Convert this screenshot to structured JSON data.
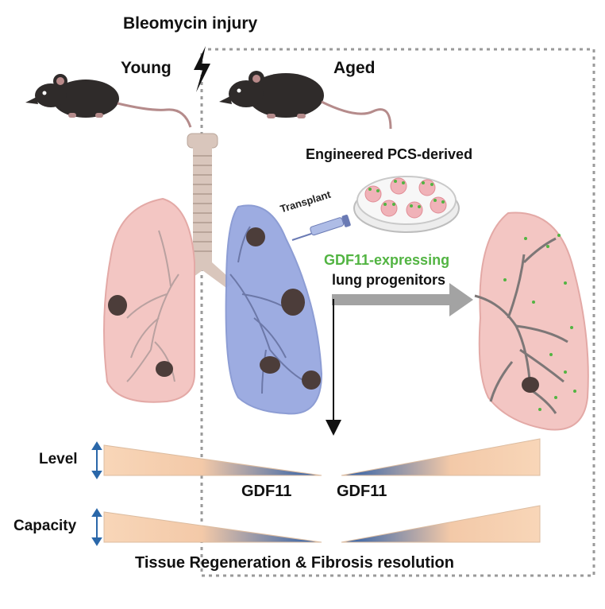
{
  "labels": {
    "injury": "Bleomycin injury",
    "young": "Young",
    "aged": "Aged",
    "engineered": "Engineered PCS-derived",
    "transplant": "Transplant",
    "gdf11_expressing": "GDF11-expressing",
    "progenitors": "lung progenitors",
    "level": "Level",
    "capacity": "Capacity",
    "gdf11_left": "GDF11",
    "gdf11_right": "GDF11",
    "outcome": "Tissue Regeneration & Fibrosis resolution"
  },
  "colors": {
    "healthy_lung": "#f3c6c3",
    "injured_lung": "#98a8e0",
    "lesion": "#4c3d3a",
    "gdf11_green": "#52b442",
    "gradient_light": "#f8d6b8",
    "gradient_dark": "#2a5da8",
    "mouse": "#2f2b2a"
  },
  "icons": [
    "mouse-icon",
    "lightning-icon",
    "petri-dish-icon",
    "syringe-icon",
    "lung-icon",
    "double-arrow-icon"
  ]
}
